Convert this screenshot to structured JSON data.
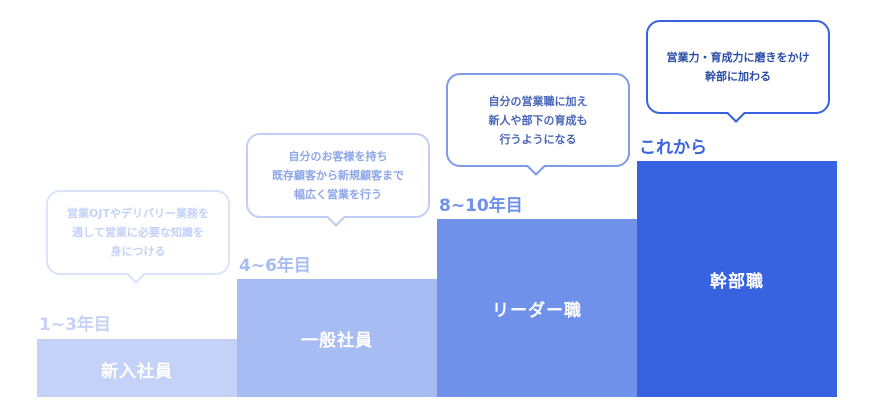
{
  "stages": [
    {
      "period": "1~3年目",
      "title": "新入社員",
      "description": "営業OJTやデリバリー業務を\n通して営業に必要な知識を\n身につける"
    },
    {
      "period": "4~6年目",
      "title": "一般社員",
      "description": "自分のお客様を持ち\n既存顧客から新規顧客まで\n幅広く営業を行う"
    },
    {
      "period": "8~10年目",
      "title": "リーダー職",
      "description": "自分の営業職に加え\n新人や部下の育成も\n行うようになる"
    },
    {
      "period": "これから",
      "title": "幹部職",
      "description": "営業力・育成力に磨きをかけ\n幹部に加わる"
    }
  ],
  "colors": {
    "stage1": "#c5d2f7",
    "stage2": "#a7bcf2",
    "stage3": "#6f91ea",
    "stage4": "#3762e0"
  }
}
